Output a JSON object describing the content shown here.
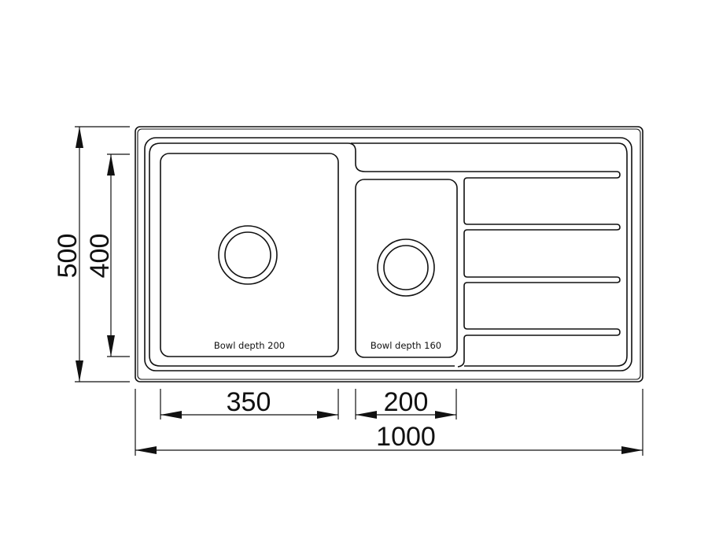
{
  "diagram": {
    "title": "Sink dimension drawing",
    "bowls": [
      {
        "label": "Bowl depth 200"
      },
      {
        "label": "Bowl depth 160"
      }
    ],
    "dimensions": {
      "overall_height": "500",
      "bowl_height": "400",
      "large_bowl_width": "350",
      "small_bowl_width": "200",
      "overall_width": "1000"
    },
    "colors": {
      "line": "#111111",
      "background": "#ffffff"
    }
  }
}
